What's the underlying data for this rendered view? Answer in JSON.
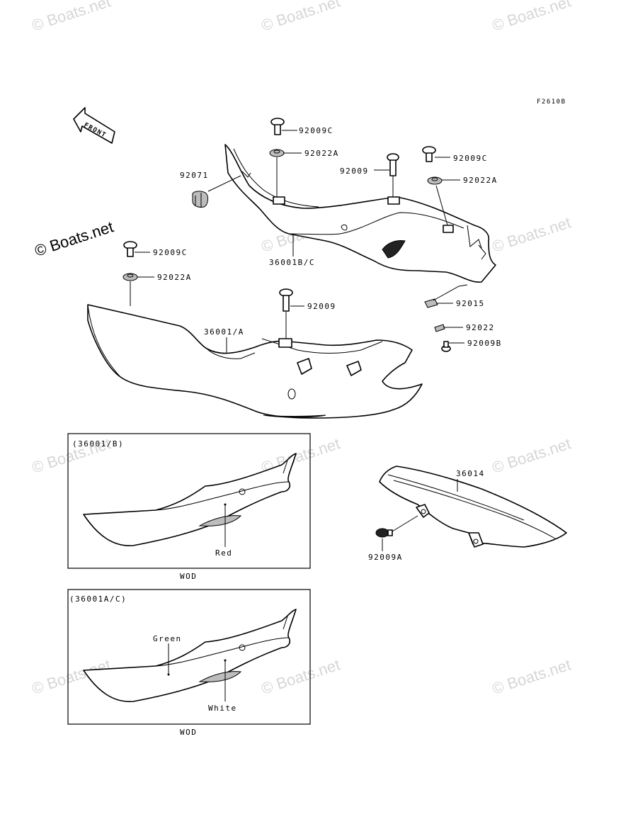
{
  "watermark": "© Boats.net",
  "watermark_main": "© Boats.net",
  "figure_code": "F2610B",
  "front_label": "FRONT",
  "parts": {
    "p92009C_a": "92009C",
    "p92022A_a": "92022A",
    "p92009C_b": "92009C",
    "p92009": "92009",
    "p92022A_b": "92022A",
    "p92071": "92071",
    "p36001BC": "36001B/C",
    "p92009C_c": "92009C",
    "p92022A_c": "92022A",
    "p92009_b": "92009",
    "p36001A": "36001/A",
    "p92015": "92015",
    "p92022": "92022",
    "p92009B": "92009B",
    "p36014": "36014",
    "p92009A": "92009A"
  },
  "inset1": {
    "title": "(36001/B)",
    "color_label": "Red",
    "caption": "WOD"
  },
  "inset2": {
    "title": "(36001A/C)",
    "color_label_1": "Green",
    "color_label_2": "White",
    "caption": "WOD"
  }
}
